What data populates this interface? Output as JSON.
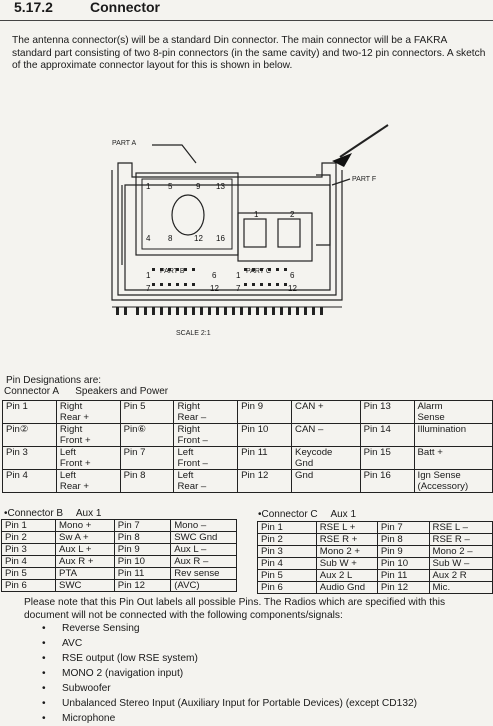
{
  "section": {
    "number": "5.17.2",
    "title": "Connector"
  },
  "intro": "The antenna connector(s) will be a standard Din connector. The main connector will be a FAKRA standard part consisting of two 8-pin connectors (in the same cavity) and two-12 pin connectors. A sketch of the approximate connector layout for this is shown in below.",
  "sketch": {
    "part_a": "PART A",
    "part_f": "PART F",
    "part_b": "PART B",
    "part_c": "PART C",
    "scale": "SCALE 2:1",
    "grid_a": [
      "1",
      "5",
      "9",
      "13",
      "4",
      "8",
      "12",
      "16"
    ],
    "small_c": [
      "1",
      "2"
    ],
    "grid_b": [
      "1",
      "6",
      "7",
      "12"
    ],
    "grid_c": [
      "1",
      "6",
      "7",
      "12"
    ]
  },
  "pin_designations": "Pin Designations are:",
  "connector_a": {
    "name": "Connector A",
    "desc": "Speakers and Power"
  },
  "table_a": [
    [
      "Pin 1",
      "Right\nRear +",
      "Pin 5",
      "Right\nRear –",
      "Pin 9",
      "CAN +",
      "Pin 13",
      "Alarm\nSense"
    ],
    [
      "Pin②",
      "Right\nFront +",
      "Pin⑥",
      "Right\nFront –",
      "Pin 10",
      "CAN –",
      "Pin 14",
      "Illumination"
    ],
    [
      "Pin 3",
      "Left\nFront +",
      "Pin 7",
      "Left\nFront –",
      "Pin 11",
      "Keycode\nGnd",
      "Pin 15",
      "Batt +"
    ],
    [
      "Pin 4",
      "Left\nRear +",
      "Pin 8",
      "Left\nRear –",
      "Pin 12",
      "Gnd",
      "Pin 16",
      "Ign Sense\n(Accessory)"
    ]
  ],
  "connector_b": {
    "name": "Connector B",
    "desc": "Aux 1"
  },
  "table_b": [
    [
      "Pin 1",
      "Mono +",
      "Pin 7",
      "Mono –"
    ],
    [
      "Pin 2",
      "Sw A +",
      "Pin 8",
      "SWC Gnd"
    ],
    [
      "Pin 3",
      "Aux L +",
      "Pin 9",
      "Aux L –"
    ],
    [
      "Pin 4",
      "Aux R +",
      "Pin 10",
      "Aux R –"
    ],
    [
      "Pin 5",
      "PTA",
      "Pin 11",
      "Rev sense"
    ],
    [
      "Pin 6",
      "SWC",
      "Pin 12",
      "(AVC)"
    ]
  ],
  "connector_c": {
    "name": "Connector C",
    "desc": "Aux 1"
  },
  "table_c": [
    [
      "Pin 1",
      "RSE L +",
      "Pin 7",
      "RSE L –"
    ],
    [
      "Pin 2",
      "RSE R +",
      "Pin 8",
      "RSE R –"
    ],
    [
      "Pin 3",
      "Mono 2 +",
      "Pin 9",
      "Mono 2 –"
    ],
    [
      "Pin 4",
      "Sub W +",
      "Pin 10",
      "Sub W –"
    ],
    [
      "Pin 5",
      "Aux 2 L",
      "Pin 11",
      "Aux 2 R"
    ],
    [
      "Pin 6",
      "Audio Gnd",
      "Pin 12",
      "Mic."
    ]
  ],
  "note": "Please note that this Pin Out labels all possible Pins. The Radios which are specified with this document will not be connected with the following components/signals:",
  "bullets": [
    "Reverse Sensing",
    "AVC",
    "RSE output (low RSE system)",
    "MONO 2 (navigation input)",
    "Subwoofer",
    "Unbalanced Stereo Input (Auxiliary Input for Portable Devices) (except CD132)",
    "Microphone"
  ],
  "bullet_glyph": "•"
}
